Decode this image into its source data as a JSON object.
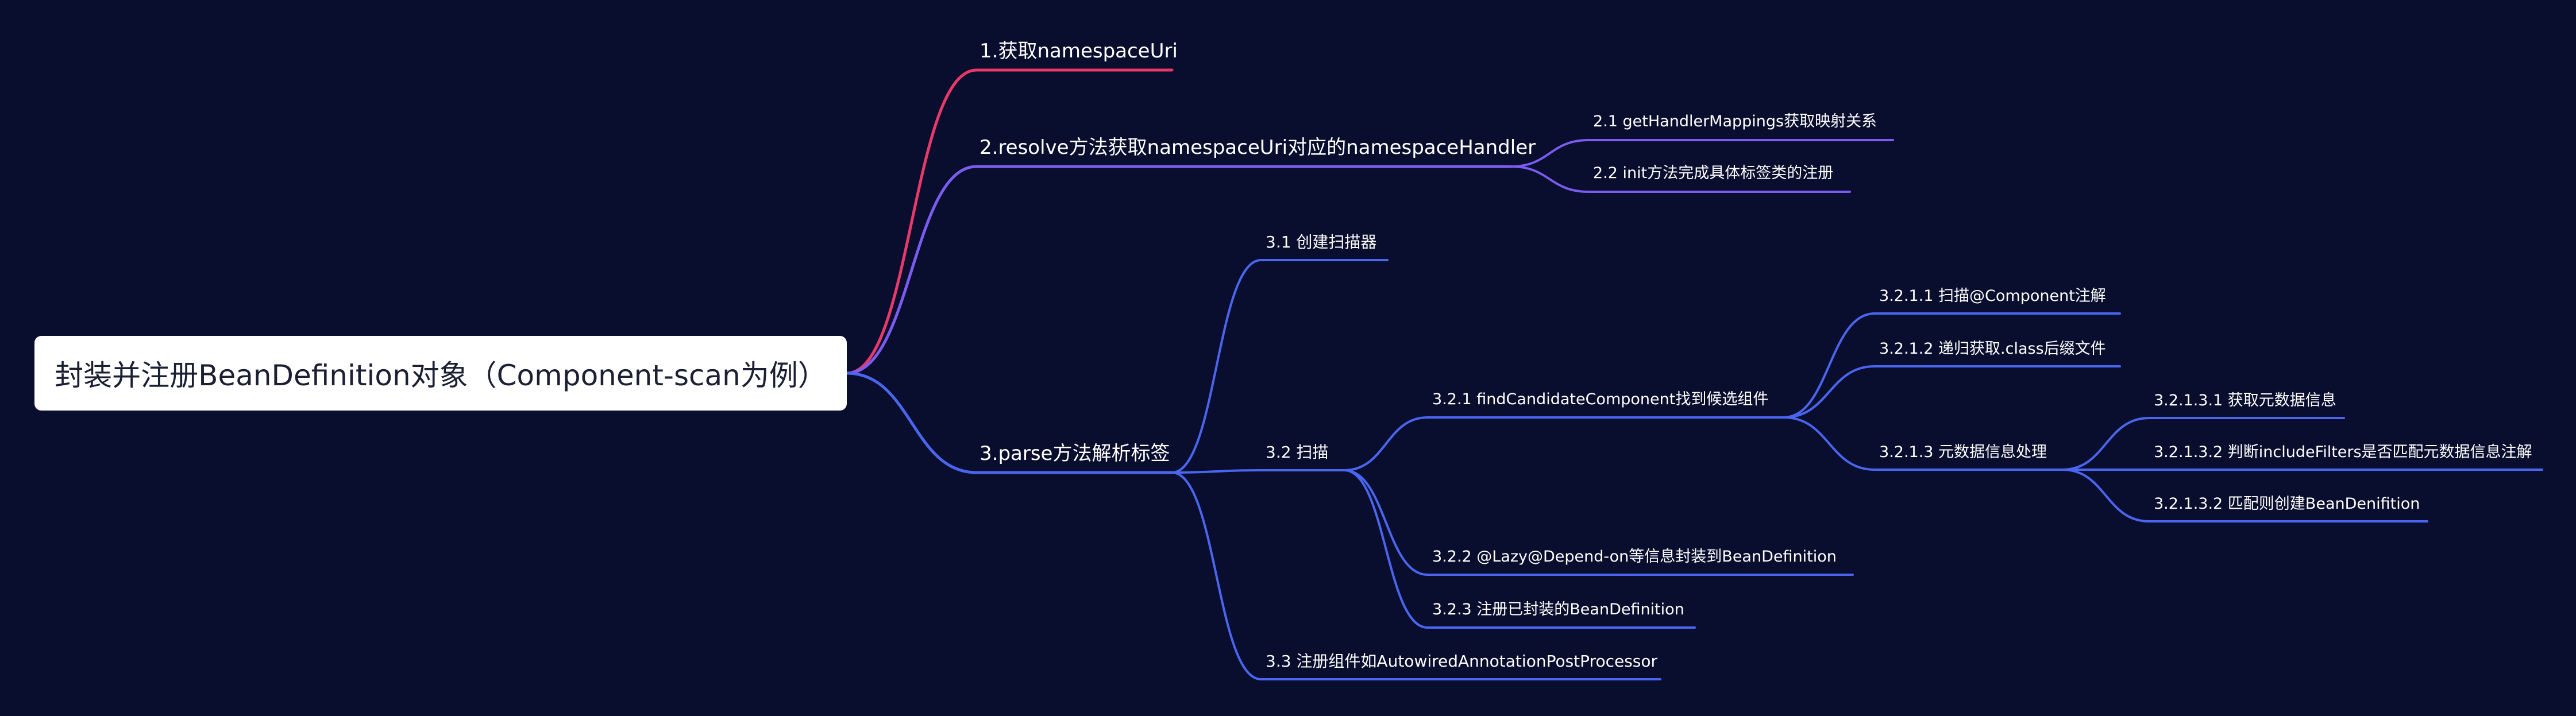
{
  "colors": {
    "background": "#0a0e2e",
    "branch1": "#e83a6a",
    "branch2": "#7a5cf0",
    "branch3": "#4a66f0",
    "root_fill": "#ffffff"
  },
  "root": {
    "label": "封装并注册BeanDefinition对象（Component-scan为例）"
  },
  "nodes": [
    {
      "id": "n1",
      "label": "1.获取namespaceUri"
    },
    {
      "id": "n2",
      "label": "2.resolve方法获取namespaceUri对应的namespaceHandler"
    },
    {
      "id": "n2_1",
      "label": "2.1 getHandlerMappings获取映射关系"
    },
    {
      "id": "n2_2",
      "label": "2.2 init方法完成具体标签类的注册"
    },
    {
      "id": "n3",
      "label": "3.parse方法解析标签"
    },
    {
      "id": "n3_1",
      "label": "3.1 创建扫描器"
    },
    {
      "id": "n3_2",
      "label": "3.2 扫描"
    },
    {
      "id": "n3_2_1",
      "label": "3.2.1 findCandidateComponent找到候选组件"
    },
    {
      "id": "n3_2_1_1",
      "label": "3.2.1.1 扫描@Component注解"
    },
    {
      "id": "n3_2_1_2",
      "label": "3.2.1.2 递归获取.class后缀文件"
    },
    {
      "id": "n3_2_1_3",
      "label": "3.2.1.3 元数据信息处理"
    },
    {
      "id": "n3_2_1_3_1",
      "label": "3.2.1.3.1 获取元数据信息"
    },
    {
      "id": "n3_2_1_3_2",
      "label": "3.2.1.3.2 判断includeFilters是否匹配元数据信息注解"
    },
    {
      "id": "n3_2_1_3_3",
      "label": "3.2.1.3.2 匹配则创建BeanDenifition"
    },
    {
      "id": "n3_2_2",
      "label": "3.2.2 @Lazy@Depend-on等信息封装到BeanDefinition"
    },
    {
      "id": "n3_2_3",
      "label": "3.2.3 注册已封装的BeanDefinition"
    },
    {
      "id": "n3_3",
      "label": "3.3 注册组件如AutowiredAnnotationPostProcessor"
    }
  ]
}
